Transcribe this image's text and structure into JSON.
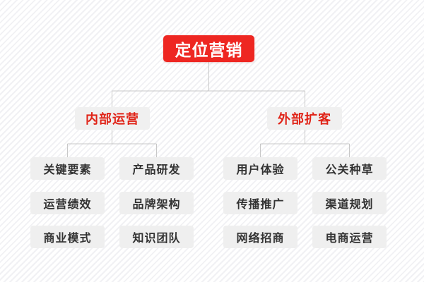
{
  "diagram": {
    "title_text": "定位营销",
    "colors": {
      "root_bg": "#ee2722",
      "root_text": "#ffffff",
      "branch_bg": "#f0f0f0",
      "branch_text": "#e02418",
      "leaf_bg": "#efefef",
      "leaf_text": "#333333",
      "connector": "#c8c8c8",
      "page_bg": "#ffffff"
    },
    "root": {
      "label": "定位营销"
    },
    "branches": [
      {
        "label": "内部运营",
        "columns": [
          {
            "items": [
              {
                "label": "关键要素"
              },
              {
                "label": "运营绩效"
              },
              {
                "label": "商业模式"
              }
            ]
          },
          {
            "items": [
              {
                "label": "产品研发"
              },
              {
                "label": "品牌架构"
              },
              {
                "label": "知识团队"
              }
            ]
          }
        ]
      },
      {
        "label": "外部扩客",
        "columns": [
          {
            "items": [
              {
                "label": "用户体验"
              },
              {
                "label": "传播推广"
              },
              {
                "label": "网络招商"
              }
            ]
          },
          {
            "items": [
              {
                "label": "公关种草"
              },
              {
                "label": "渠道规划"
              },
              {
                "label": "电商运营"
              }
            ]
          }
        ]
      }
    ]
  }
}
